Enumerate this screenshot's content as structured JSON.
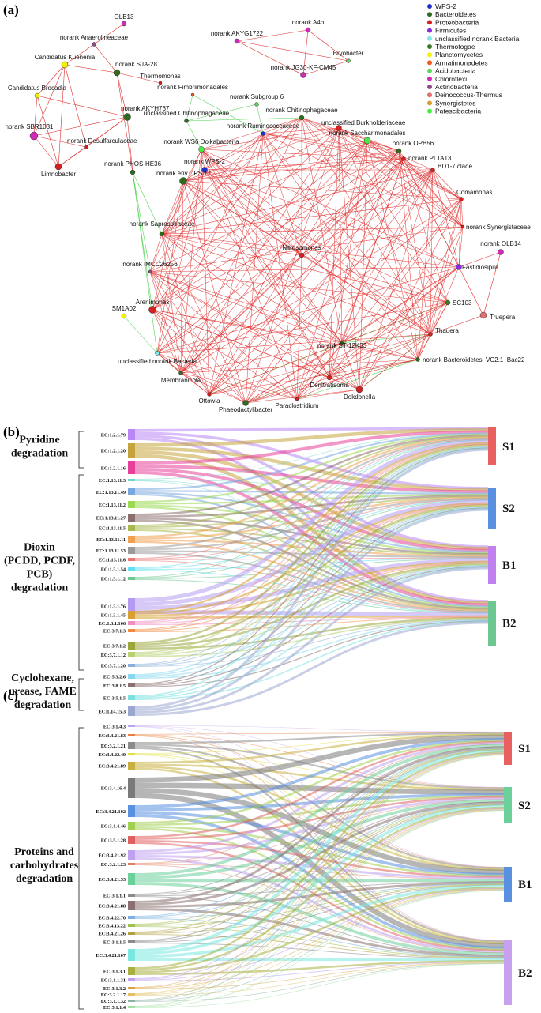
{
  "panels": {
    "a": "(a)",
    "b": "(b)",
    "c": "(c)"
  },
  "network": {
    "legend": [
      {
        "name": "WPS-2",
        "color": "#1f2fd0"
      },
      {
        "name": "Bacteroidetes",
        "color": "#2e6b1f"
      },
      {
        "name": "Proteobacteria",
        "color": "#d42020"
      },
      {
        "name": "Firmicutes",
        "color": "#8a2be2"
      },
      {
        "name": "unclassified norank Bacteria",
        "color": "#7fe8e8"
      },
      {
        "name": "Thermotogae",
        "color": "#3a7a2a"
      },
      {
        "name": "Planctomycetes",
        "color": "#f2f200"
      },
      {
        "name": "Armatimonadetes",
        "color": "#ef5a1e"
      },
      {
        "name": "Acidobacteria",
        "color": "#5ed65e"
      },
      {
        "name": "Chloroflexi",
        "color": "#d02ab8"
      },
      {
        "name": "Actinobacteria",
        "color": "#8a4d8a"
      },
      {
        "name": "Deinococcus-Thermus",
        "color": "#e07070"
      },
      {
        "name": "Synergistetes",
        "color": "#d4a030"
      },
      {
        "name": "Patescibacteria",
        "color": "#44ee44"
      }
    ],
    "nodes": [
      {
        "id": 0,
        "name": "OLB13",
        "color": "#d02ab8"
      },
      {
        "id": 1,
        "name": "norank Anaerolineaceae",
        "color": "#8a4d8a"
      },
      {
        "id": 2,
        "name": "Candidatus Kuenenia",
        "color": "#f2f200"
      },
      {
        "id": 3,
        "name": "norank SJA-28",
        "color": "#2e6b1f"
      },
      {
        "id": 4,
        "name": "Thermomonas",
        "color": "#d42020"
      },
      {
        "id": 5,
        "name": "Candidatus Brocadia",
        "color": "#f2f200"
      },
      {
        "id": 6,
        "name": "norank AKYH767",
        "color": "#2e6b1f"
      },
      {
        "id": 7,
        "name": "norank SBR1031",
        "color": "#d02ab8"
      },
      {
        "id": 8,
        "name": "norank Desulfarculaceae",
        "color": "#d42020"
      },
      {
        "id": 9,
        "name": "Limnobacter",
        "color": "#d42020"
      },
      {
        "id": 10,
        "name": "norank PHOS-HE36",
        "color": "#2e6b1f"
      },
      {
        "id": 11,
        "name": "norank AKYG1722",
        "color": "#d02ab8"
      },
      {
        "id": 12,
        "name": "norank A4b",
        "color": "#d02ab8"
      },
      {
        "id": 13,
        "name": "Bryobacter",
        "color": "#5ed65e"
      },
      {
        "id": 14,
        "name": "norank JG30-KF-CM45",
        "color": "#d02ab8"
      },
      {
        "id": 15,
        "name": "norank Fimbriimonadales",
        "color": "#ef5a1e"
      },
      {
        "id": 16,
        "name": "norank Subgroup 6",
        "color": "#5ed65e"
      },
      {
        "id": 17,
        "name": "unclassified Chitinophagaceae",
        "color": "#2e6b1f"
      },
      {
        "id": 18,
        "name": "norank Chitinophagaceae",
        "color": "#2e6b1f"
      },
      {
        "id": 19,
        "name": "norank Ruminococcaceae",
        "color": "#1f2fd0"
      },
      {
        "id": 20,
        "name": "unclassified Burkholderiaceae",
        "color": "#d42020"
      },
      {
        "id": 21,
        "name": "norank WS6 Dojkabacteria",
        "color": "#44ee44"
      },
      {
        "id": 22,
        "name": "norank Saccharimonadales",
        "color": "#44ee44"
      },
      {
        "id": 23,
        "name": "norank OPB56",
        "color": "#2e6b1f"
      },
      {
        "id": 24,
        "name": "norank PLTA13",
        "color": "#d42020"
      },
      {
        "id": 25,
        "name": "norank WPS-2",
        "color": "#1f2fd0"
      },
      {
        "id": 26,
        "name": "BD1-7 clade",
        "color": "#d42020"
      },
      {
        "id": 27,
        "name": "norank env.OPS 17",
        "color": "#2e6b1f"
      },
      {
        "id": 28,
        "name": "Comamonas",
        "color": "#d42020"
      },
      {
        "id": 29,
        "name": "norank Saprospiraceae",
        "color": "#2e6b1f"
      },
      {
        "id": 30,
        "name": "norank Synergistaceae",
        "color": "#d42020"
      },
      {
        "id": 31,
        "name": "norank OLB14",
        "color": "#d02ab8"
      },
      {
        "id": 32,
        "name": "Nitrosomonas",
        "color": "#d42020"
      },
      {
        "id": 33,
        "name": "norank IMCC26256",
        "color": "#8a4d8a"
      },
      {
        "id": 34,
        "name": "Fastidiosipila",
        "color": "#8a2be2"
      },
      {
        "id": 35,
        "name": "SC103",
        "color": "#3a7a2a"
      },
      {
        "id": 36,
        "name": "Arenimonas",
        "color": "#d42020"
      },
      {
        "id": 37,
        "name": "Truepera",
        "color": "#e07070"
      },
      {
        "id": 38,
        "name": "Thauera",
        "color": "#d42020"
      },
      {
        "id": 39,
        "name": "SM1A02",
        "color": "#f2f200"
      },
      {
        "id": 40,
        "name": "unclassified norank Bacteria",
        "color": "#7fe8e8"
      },
      {
        "id": 41,
        "name": "norank ST-12K33",
        "color": "#2e6b1f"
      },
      {
        "id": 42,
        "name": "norank Bacteroidetes_VC2.1_Bac22",
        "color": "#2e6b1f"
      },
      {
        "id": 43,
        "name": "Membranicola",
        "color": "#2e6b1f"
      },
      {
        "id": 44,
        "name": "Dokdonella",
        "color": "#d42020"
      },
      {
        "id": 45,
        "name": "Denitratisoma",
        "color": "#d42020"
      },
      {
        "id": 46,
        "name": "Ottowia",
        "color": "#d42020"
      },
      {
        "id": 47,
        "name": "Phaeodactylibacter",
        "color": "#2e6b1f"
      },
      {
        "id": 48,
        "name": "Paraclostridium",
        "color": "#d42020"
      }
    ]
  },
  "sankey_b": {
    "groups": [
      {
        "name": "Pyridine degradation",
        "lines": [
          "Pyridine",
          "degradation"
        ]
      },
      {
        "name": "Dioxin (PCDD, PCDF, PCB) degradation",
        "lines": [
          "Dioxin",
          "(PCDD, PCDF,",
          "PCB)",
          "degradation"
        ]
      },
      {
        "name": "Cyclohexane, urease, FAME degradation",
        "lines": [
          "Cyclohexane,",
          "urease, FAME",
          "degradation"
        ]
      }
    ],
    "targets": [
      {
        "name": "S1",
        "color": "#e86060"
      },
      {
        "name": "S2",
        "color": "#5a90e0"
      },
      {
        "name": "B1",
        "color": "#c080f0"
      },
      {
        "name": "B2",
        "color": "#6cc890"
      }
    ],
    "sources": [
      {
        "label": "EC:1.2.1.79",
        "color": "#b987f5",
        "group": 0
      },
      {
        "label": "EC:1.2.1.20",
        "color": "#c4a43a",
        "group": 0
      },
      {
        "label": "EC:1.2.1.16",
        "color": "#e8409a",
        "group": 0
      },
      {
        "label": "EC:1.13.11.3",
        "color": "#6fd6c9",
        "group": 1
      },
      {
        "label": "EC:1.13.11.49",
        "color": "#7aa6e0",
        "group": 1
      },
      {
        "label": "EC:1.13.11.2",
        "color": "#9bd94e",
        "group": 1
      },
      {
        "label": "EC:1.13.11.27",
        "color": "#8a6d6d",
        "group": 1
      },
      {
        "label": "EC:1.13.11.5",
        "color": "#a8b84a",
        "group": 1
      },
      {
        "label": "EC:1.13.11.11",
        "color": "#f0a050",
        "group": 1
      },
      {
        "label": "EC:1.13.11.53",
        "color": "#9a9a9a",
        "group": 1
      },
      {
        "label": "EC:1.13.11.6",
        "color": "#e87878",
        "group": 1
      },
      {
        "label": "EC:1.3.1.54",
        "color": "#62dff0",
        "group": 1
      },
      {
        "label": "EC:1.3.1.12",
        "color": "#6cc890",
        "group": 1
      },
      {
        "label": "EC:1.3.1.76",
        "color": "#b49af0",
        "group": 1
      },
      {
        "label": "EC:1.3.1.45",
        "color": "#d8a030",
        "group": 1
      },
      {
        "label": "EC:1.3.1.106",
        "color": "#f090c0",
        "group": 1
      },
      {
        "label": "EC:3.7.1.3",
        "color": "#f08a40",
        "group": 1
      },
      {
        "label": "EC:3.7.1.2",
        "color": "#9aa63a",
        "group": 1
      },
      {
        "label": "EC:3.7.1.12",
        "color": "#b8d070",
        "group": 1
      },
      {
        "label": "EC:3.7.1.20",
        "color": "#8ab0d8",
        "group": 1
      },
      {
        "label": "EC:5.3.2.6",
        "color": "#8ad8f0",
        "group": 2
      },
      {
        "label": "EC:3.8.1.5",
        "color": "#8a7070",
        "group": 2
      },
      {
        "label": "EC:3.5.1.5",
        "color": "#7ae0e0",
        "group": 2
      },
      {
        "label": "EC:1.14.15.3",
        "color": "#9aa6d0",
        "group": 2
      }
    ]
  },
  "sankey_c": {
    "groups": [
      {
        "name": "Proteins and carbohydrates degradation",
        "lines": [
          "Proteins and",
          "carbohydrates",
          "degradation"
        ]
      }
    ],
    "targets": [
      {
        "name": "S1",
        "color": "#e86060"
      },
      {
        "name": "S2",
        "color": "#6cd09a"
      },
      {
        "name": "B1",
        "color": "#5a90e0"
      },
      {
        "name": "B2",
        "color": "#c8a0f0"
      }
    ],
    "sources": [
      {
        "label": "EC:3.1.4.3",
        "color": "#c0a0f0",
        "group": 0
      },
      {
        "label": "EC:3.4.21.83",
        "color": "#e88040",
        "group": 0
      },
      {
        "label": "EC:3.2.1.21",
        "color": "#8a8a8a",
        "group": 0
      },
      {
        "label": "EC:3.4.22.40",
        "color": "#e0e040",
        "group": 0
      },
      {
        "label": "EC:3.4.21.89",
        "color": "#c8b040",
        "group": 0
      },
      {
        "label": "EC:3.4.16.4",
        "color": "#7a7a7a",
        "group": 0
      },
      {
        "label": "EC:3.4.21.102",
        "color": "#5a90e0",
        "group": 0
      },
      {
        "label": "EC:3.1.4.46",
        "color": "#a0d050",
        "group": 0
      },
      {
        "label": "EC:3.5.1.28",
        "color": "#e06060",
        "group": 0
      },
      {
        "label": "EC:3.4.21.92",
        "color": "#c0a0f0",
        "group": 0
      },
      {
        "label": "EC:3.2.1.23",
        "color": "#e08060",
        "group": 0
      },
      {
        "label": "EC:3.4.21.53",
        "color": "#6cd09a",
        "group": 0
      },
      {
        "label": "EC:3.1.1.1",
        "color": "#8a8a8a",
        "group": 0
      },
      {
        "label": "EC:3.4.21.88",
        "color": "#8a7070",
        "group": 0
      },
      {
        "label": "EC:3.4.22.70",
        "color": "#7ab0e0",
        "group": 0
      },
      {
        "label": "EC:3.4.13.22",
        "color": "#a0c050",
        "group": 0
      },
      {
        "label": "EC:3.4.21.26",
        "color": "#b0a040",
        "group": 0
      },
      {
        "label": "EC:3.1.1.5",
        "color": "#8a8a8a",
        "group": 0
      },
      {
        "label": "EC:3.4.21.107",
        "color": "#7ae8e0",
        "group": 0
      },
      {
        "label": "EC:3.1.3.1",
        "color": "#a8b040",
        "group": 0
      },
      {
        "label": "EC:3.1.1.31",
        "color": "#c0a0f0",
        "group": 0
      },
      {
        "label": "EC:3.1.3.2",
        "color": "#d8a040",
        "group": 0
      },
      {
        "label": "EC:3.2.1.17",
        "color": "#e0c060",
        "group": 0
      },
      {
        "label": "EC:3.1.1.32",
        "color": "#8ab0a0",
        "group": 0
      },
      {
        "label": "EC:3.1.1.4",
        "color": "#a0e0a0",
        "group": 0
      }
    ]
  }
}
